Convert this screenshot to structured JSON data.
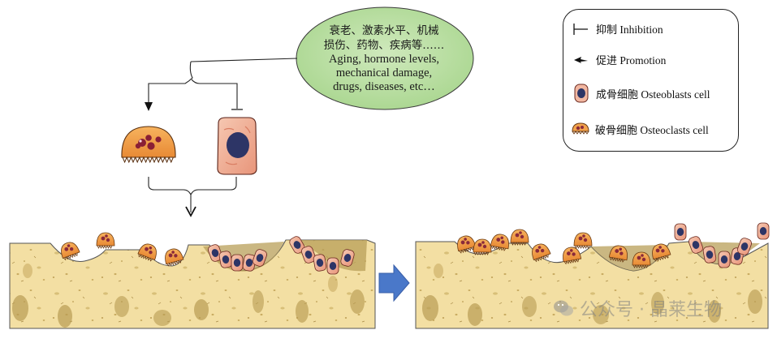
{
  "causes": {
    "zh_line1": "衰老、激素水平、机械",
    "zh_line2": "损伤、药物、疾病等……",
    "en_line1": "Aging, hormone levels,",
    "en_line2": "mechanical damage,",
    "en_line3": "drugs, diseases, etc…"
  },
  "legend": {
    "inhibition_zh": "抑制",
    "inhibition_en": "Inhibition",
    "promotion_zh": "促进",
    "promotion_en": "Promotion",
    "osteoblast_zh": "成骨细胞",
    "osteoblast_en": "Osteoblasts cell",
    "osteoclast_zh": "破骨细胞",
    "osteoclast_en": "Osteoclasts cell"
  },
  "watermark": {
    "text": "公众号 · 晶莱生物"
  },
  "colors": {
    "ellipse_fill": "#b8dea0",
    "bone_fill": "#f3dfa3",
    "pit_fill": "#b89f58",
    "osteoclast_fill": "#f2a24c",
    "osteoblast_fill": "#f2b7a1",
    "nucleus": "#2d3566",
    "arrow_blue": "#4a78c9"
  },
  "icons": [
    "inhibition-icon",
    "promotion-icon",
    "osteoblast-icon",
    "osteoclast-icon",
    "transition-arrow-icon",
    "wechat-icon"
  ]
}
